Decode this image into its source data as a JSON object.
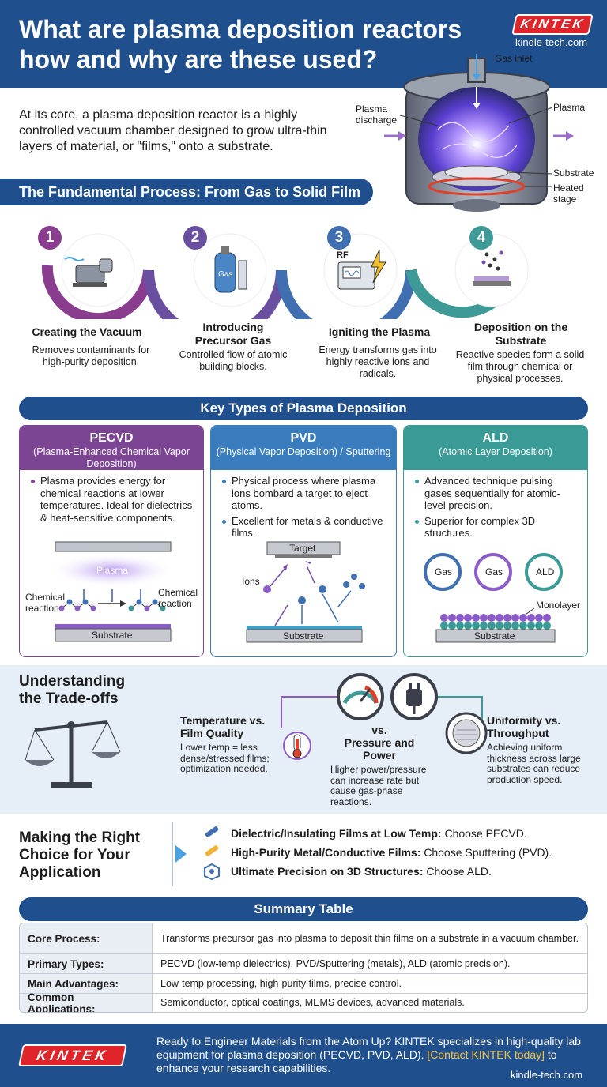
{
  "header": {
    "title": "What are plasma deposition reactors how and why are these used?",
    "brand": "KINTEK",
    "site": "kindle-tech.com"
  },
  "intro": "At its core, a plasma deposition reactor is a highly controlled vacuum chamber designed to grow ultra-thin layers of material, or \"films,\" onto a substrate.",
  "reactor_diagram": {
    "labels": {
      "gas_inlet": "Gas inlet",
      "plasma_discharge_1": "Plasma",
      "plasma_discharge_2": "discharge",
      "plasma": "Plasma",
      "substrate": "Substrate",
      "heated_stage_1": "Heated",
      "heated_stage_2": "stage"
    }
  },
  "process": {
    "banner": "The Fundamental Process: From Gas to Solid Film",
    "steps": [
      {
        "number": "1",
        "title": "Creating the Vacuum",
        "desc": "Removes contaminants for high-purity deposition.",
        "icon": "vacuum-pump-icon",
        "color": "#8a3d8f"
      },
      {
        "number": "2",
        "title": "Introducing Precursor Gas",
        "desc": "Controlled flow of atomic building blocks.",
        "icon": "gas-cylinder-icon",
        "color": "#6a4fa0",
        "label": "Gas"
      },
      {
        "number": "3",
        "title": "Igniting the Plasma",
        "desc": "Energy transforms gas into highly reactive ions and radicals.",
        "icon": "rf-generator-icon",
        "color": "#3f6fb0",
        "label": "RF"
      },
      {
        "number": "4",
        "title": "Deposition on the Substrate",
        "desc": "Reactive species form a solid film through chemical or physical processes.",
        "icon": "deposition-icon",
        "color": "#3e9a96"
      }
    ]
  },
  "types": {
    "banner": "Key Types of Plasma Deposition",
    "cards": [
      {
        "name": "PECVD",
        "full": "(Plasma-Enhanced Chemical Vapor Deposition)",
        "color": "#7c4594",
        "bullets": [
          "Plasma provides energy for chemical reactions at lower temperatures. Ideal for dielectrics & heat-sensitive components."
        ],
        "diagram": {
          "plasma": "Plasma",
          "left": "Chemical reaction",
          "right": "Chemical reaction",
          "substrate": "Substrate"
        }
      },
      {
        "name": "PVD",
        "full": "(Physical Vapor Deposition) / Sputtering",
        "color": "#3a7dbf",
        "bullets": [
          "Physical process where plasma ions bombard a target to eject atoms.",
          "Excellent for metals & conductive films."
        ],
        "diagram": {
          "target": "Target",
          "ions": "Ions",
          "substrate": "Substrate"
        }
      },
      {
        "name": "ALD",
        "full": "(Atomic Layer Deposition)",
        "color": "#3a9a95",
        "bullets": [
          "Advanced technique pulsing gases sequentially for atomic-level precision.",
          "Superior for complex 3D structures."
        ],
        "diagram": {
          "gas1": "Gas",
          "gas2": "Gas",
          "ald": "ALD",
          "monolayer": "Monolayer",
          "substrate": "Substrate"
        }
      }
    ]
  },
  "tradeoffs": {
    "title": "Understanding the Trade-offs",
    "items": [
      {
        "heading": "Temperature vs. Film Quality",
        "desc": "Lower temp = less dense/stressed films; optimization needed.",
        "icon": "thermometer-icon"
      },
      {
        "heading_top": "vs.",
        "heading": "Pressure and Power",
        "desc": "Higher power/pressure can increase rate but cause gas-phase reactions.",
        "icons": [
          "gauge-icon",
          "power-plug-icon"
        ]
      },
      {
        "heading": "Uniformity vs. Throughput",
        "desc": "Achieving uniform thickness across large substrates can reduce production speed.",
        "icon": "wafer-icon"
      }
    ]
  },
  "choice": {
    "title": "Making the Right Choice for Your Application",
    "items": [
      {
        "bold": "Dielectric/Insulating Films at Low Temp:",
        "text": " Choose PECVD.",
        "icon": "pen-icon"
      },
      {
        "bold": "High-Purity Metal/Conductive Films:",
        "text": " Choose Sputtering (PVD).",
        "icon": "pencil-icon"
      },
      {
        "bold": "Ultimate Precision on 3D Structures:",
        "text": " Choose ALD.",
        "icon": "cube-icon"
      }
    ]
  },
  "summary": {
    "banner": "Summary Table",
    "rows": [
      {
        "label": "Core Process:",
        "value": "Transforms precursor gas into plasma to deposit thin films on a substrate in a vacuum chamber."
      },
      {
        "label": "Primary Types:",
        "value": "PECVD (low-temp dielectrics), PVD/Sputtering (metals), ALD (atomic precision)."
      },
      {
        "label": "Main Advantages:",
        "value": "Low-temp processing, high-purity films, precise control."
      },
      {
        "label": "Common Applications:",
        "value": "Semiconductor, optical coatings, MEMS devices, advanced materials."
      }
    ]
  },
  "footer": {
    "brand": "KINTEK",
    "text_before": "Ready to Engineer Materials from the Atom Up? KINTEK specializes in high-quality lab equipment for plasma deposition (PECVD, PVD, ALD). ",
    "link": "[Contact KINTEK today]",
    "text_after": " to enhance your research capabilities.",
    "site": "kindle-tech.com"
  }
}
